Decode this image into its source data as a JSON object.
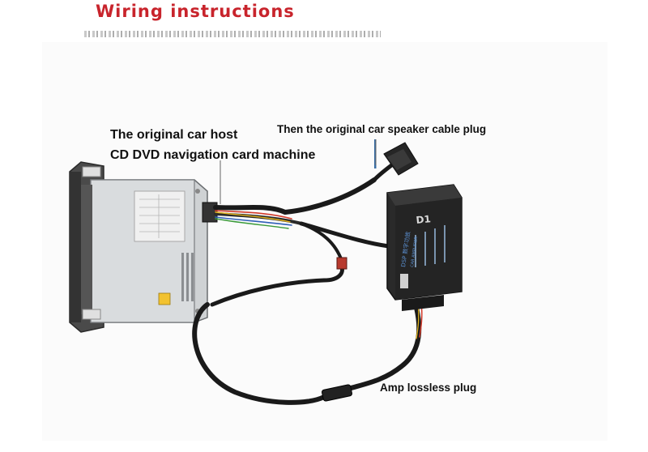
{
  "title": "Wiring instructions",
  "labels": {
    "host_line1": "The original car host",
    "host_line2": "CD DVD navigation card machine",
    "speaker_plug": "Then the original car speaker cable plug",
    "amp_plug": "Amp lossless plug"
  },
  "amp_unit": {
    "model": "D1",
    "brand_text": "DSP 数字功放",
    "spec_text": "CAR AMPLIFIER"
  },
  "colors": {
    "title": "#c8242c",
    "cable": "#1a1a1a",
    "amp_body": "#262626"
  }
}
